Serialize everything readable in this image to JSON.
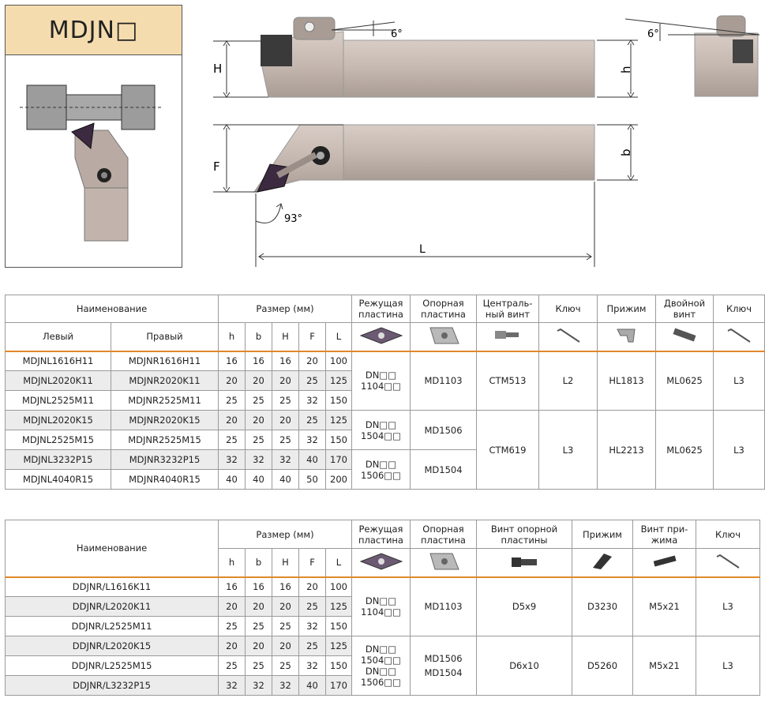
{
  "header": {
    "series_code": "MDJN□"
  },
  "drawing": {
    "angle_top_left": "6°",
    "angle_top_right": "6°",
    "angle_bottom": "93°",
    "dim_H": "H",
    "dim_h": "h",
    "dim_F": "F",
    "dim_b": "b",
    "dim_L": "L"
  },
  "table1": {
    "col_name": "Наименование",
    "col_size": "Размер (мм)",
    "col_insert": "Режущая пластина",
    "col_shim": "Опорная пластина",
    "col_center_screw": "Централь-ный винт",
    "col_key": "Ключ",
    "col_clamp": "Прижим",
    "col_double_screw": "Двойной винт",
    "col_key2": "Ключ",
    "sub_left": "Левый",
    "sub_right": "Правый",
    "sub_h": "h",
    "sub_b": "b",
    "sub_H": "H",
    "sub_F": "F",
    "sub_L": "L",
    "rows": [
      {
        "left": "MDJNL1616H11",
        "right": "MDJNR1616H11",
        "h": "16",
        "b": "16",
        "H": "16",
        "F": "20",
        "L": "100"
      },
      {
        "left": "MDJNL2020K11",
        "right": "MDJNR2020K11",
        "h": "20",
        "b": "20",
        "H": "20",
        "F": "25",
        "L": "125"
      },
      {
        "left": "MDJNL2525M11",
        "right": "MDJNR2525M11",
        "h": "25",
        "b": "25",
        "H": "25",
        "F": "32",
        "L": "150"
      },
      {
        "left": "MDJNL2020K15",
        "right": "MDJNR2020K15",
        "h": "20",
        "b": "20",
        "H": "20",
        "F": "25",
        "L": "125"
      },
      {
        "left": "MDJNL2525M15",
        "right": "MDJNR2525M15",
        "h": "25",
        "b": "25",
        "H": "25",
        "F": "32",
        "L": "150"
      },
      {
        "left": "MDJNL3232P15",
        "right": "MDJNR3232P15",
        "h": "32",
        "b": "32",
        "H": "32",
        "F": "40",
        "L": "170"
      },
      {
        "left": "MDJNL4040R15",
        "right": "MDJNR4040R15",
        "h": "40",
        "b": "40",
        "H": "40",
        "F": "50",
        "L": "200"
      }
    ],
    "groupA": {
      "insert": "DN□□ 1104□□",
      "shim": "MD1103",
      "screw": "CTM513",
      "key": "L2",
      "clamp": "HL1813",
      "double": "ML0625",
      "key2": "L3"
    },
    "groupB": {
      "insert1": "DN□□ 1504□□",
      "insert2": "DN□□ 1506□□",
      "shim1": "MD1506",
      "shim2": "MD1504",
      "screw": "CTM619",
      "key": "L3",
      "clamp": "HL2213",
      "double": "ML0625",
      "key2": "L3"
    }
  },
  "table2": {
    "col_name": "Наименование",
    "col_size": "Размер (мм)",
    "col_insert": "Режущая пластина",
    "col_shim": "Опорная пластина",
    "col_shim_screw": "Винт опорной пластины",
    "col_clamp": "Прижим",
    "col_clamp_screw": "Винт при-жима",
    "col_key": "Ключ",
    "sub_h": "h",
    "sub_b": "b",
    "sub_H": "H",
    "sub_F": "F",
    "sub_L": "L",
    "rows": [
      {
        "name": "DDJNR/L1616K11",
        "h": "16",
        "b": "16",
        "H": "16",
        "F": "20",
        "L": "100"
      },
      {
        "name": "DDJNR/L2020K11",
        "h": "20",
        "b": "20",
        "H": "20",
        "F": "25",
        "L": "125"
      },
      {
        "name": "DDJNR/L2525M11",
        "h": "25",
        "b": "25",
        "H": "25",
        "F": "32",
        "L": "150"
      },
      {
        "name": "DDJNR/L2020K15",
        "h": "20",
        "b": "20",
        "H": "20",
        "F": "25",
        "L": "125"
      },
      {
        "name": "DDJNR/L2525M15",
        "h": "25",
        "b": "25",
        "H": "25",
        "F": "32",
        "L": "150"
      },
      {
        "name": "DDJNR/L3232P15",
        "h": "32",
        "b": "32",
        "H": "32",
        "F": "40",
        "L": "170"
      }
    ],
    "groupA": {
      "insert": "DN□□ 1104□□",
      "shim": "MD1103",
      "shim_screw": "D5x9",
      "clamp": "D3230",
      "clamp_screw": "M5x21",
      "key": "L3"
    },
    "groupB": {
      "insert1": "DN□□ 1504□□",
      "insert2": "DN□□ 1506□□",
      "shim1": "MD1506",
      "shim2": "MD1504",
      "shim_screw": "D6x10",
      "clamp": "D5260",
      "clamp_screw": "M5x21",
      "key": "L3"
    }
  }
}
